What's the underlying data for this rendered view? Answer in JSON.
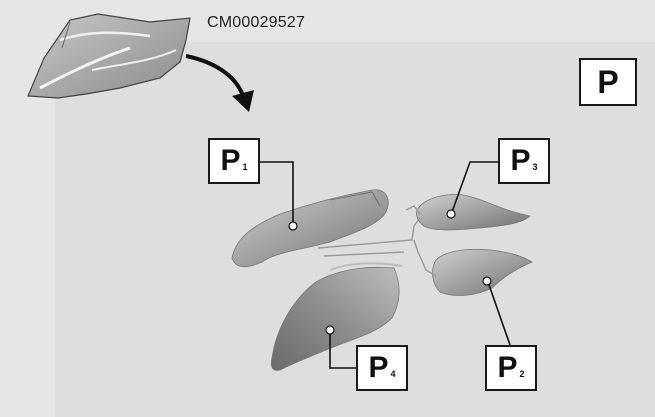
{
  "figure_code": "CM00029527",
  "main_label": "P",
  "callouts": [
    {
      "letter": "P",
      "index": "1"
    },
    {
      "letter": "P",
      "index": "3"
    },
    {
      "letter": "P",
      "index": "4"
    },
    {
      "letter": "P",
      "index": "2"
    }
  ],
  "colors": {
    "background": "#e6e6e6",
    "panel": "#dedede",
    "part_fill": "#9a9a9a",
    "line": "#111111"
  }
}
